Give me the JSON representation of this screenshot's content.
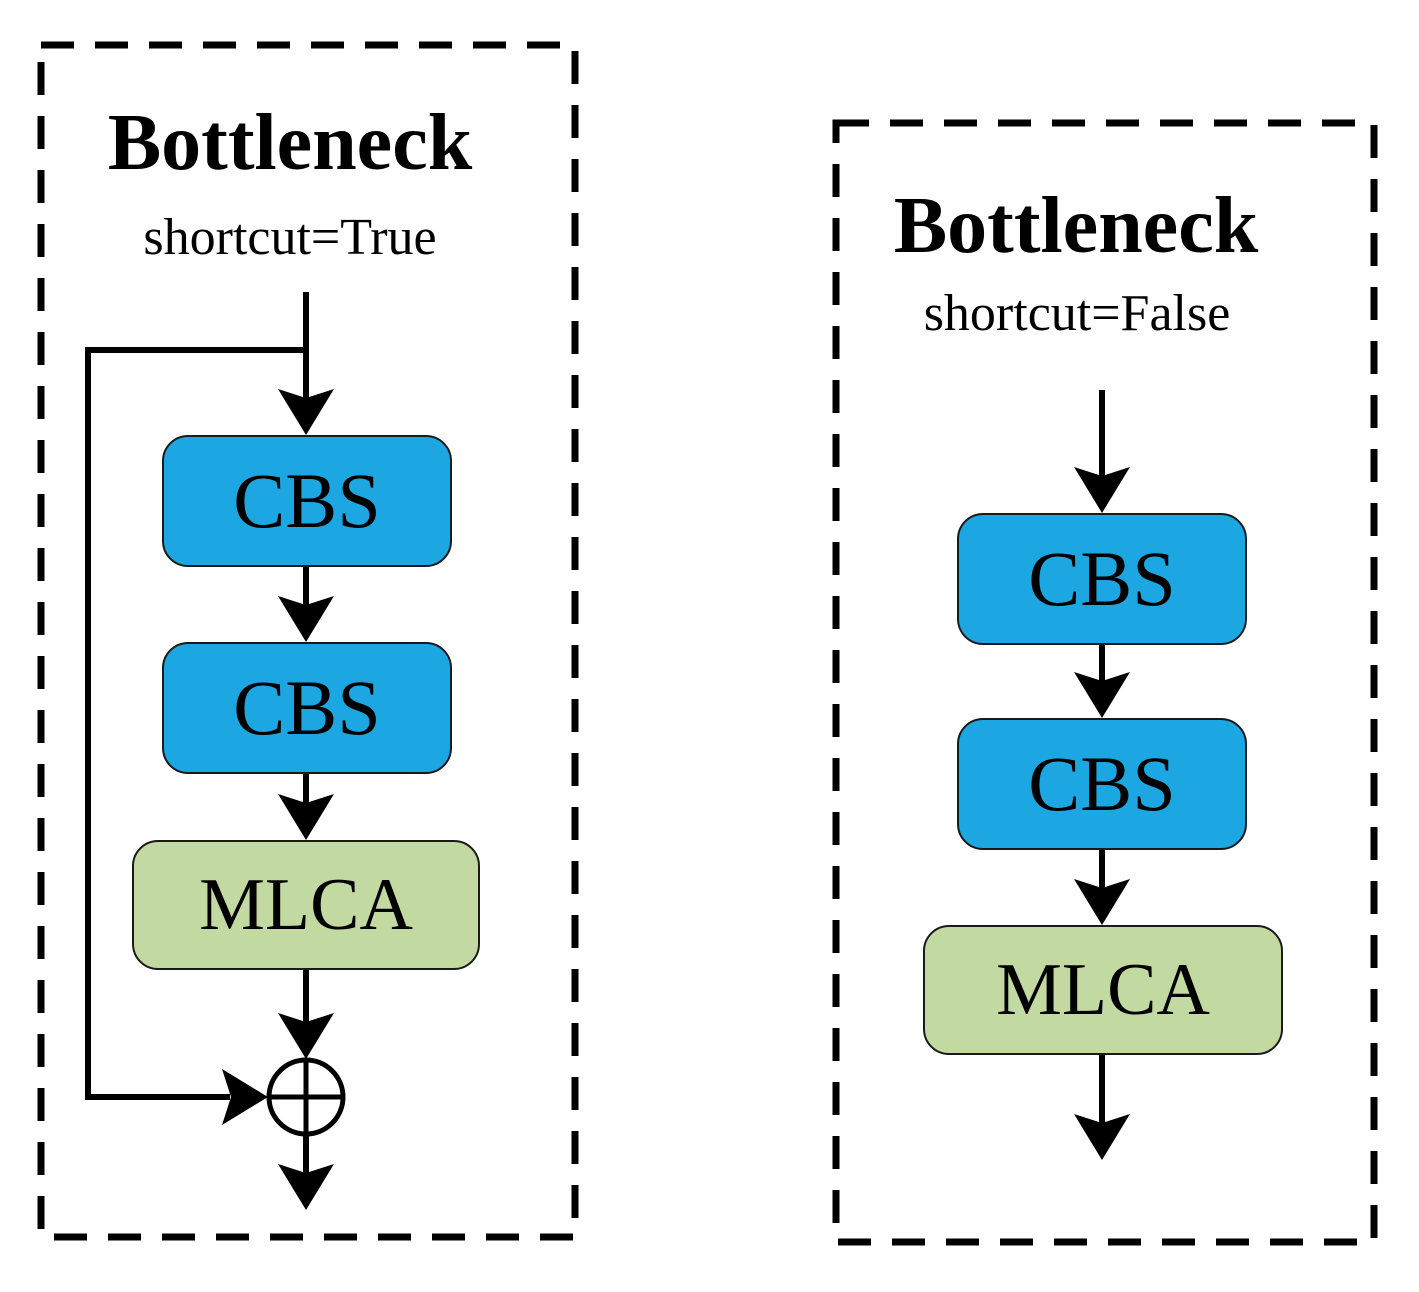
{
  "figure": {
    "left_panel": {
      "title": "Bottleneck",
      "subtitle": "shortcut=True",
      "blocks": [
        {
          "label": "CBS"
        },
        {
          "label": "CBS"
        },
        {
          "label": "MLCA"
        }
      ],
      "operator": "elementwise-add"
    },
    "right_panel": {
      "title": "Bottleneck",
      "subtitle": "shortcut=False",
      "blocks": [
        {
          "label": "CBS"
        },
        {
          "label": "CBS"
        },
        {
          "label": "MLCA"
        }
      ]
    },
    "colors": {
      "cbs_fill": "#1CA7E2",
      "mlca_fill": "#C3D9A2",
      "stroke": "#000000"
    }
  }
}
